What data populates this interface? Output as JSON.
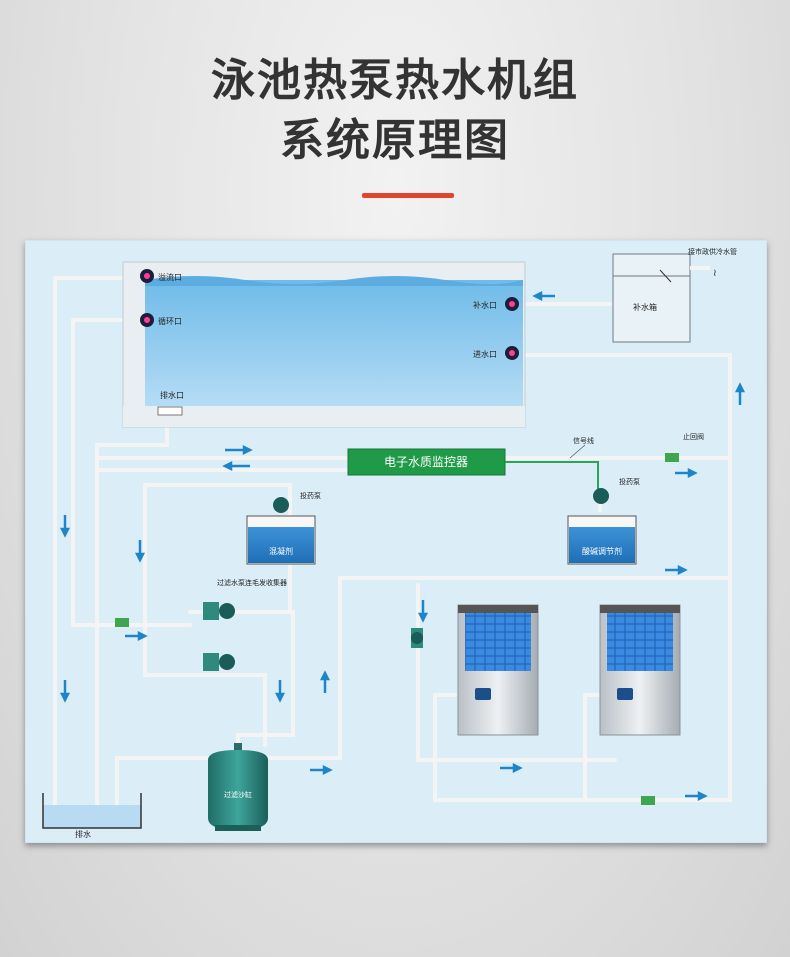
{
  "title_line1": "泳池热泵热水机组",
  "title_line2": "系统原理图",
  "labels": {
    "overflow_port": "溢流口",
    "circulation_port": "循环口",
    "drain_port": "排水口",
    "makeup_port": "补水口",
    "inlet_port": "进水口",
    "makeup_tank": "补水箱",
    "city_water": "接市政供冷水管",
    "controller": "电子水质监控器",
    "signal_line": "信号线",
    "check_valve": "止回阀",
    "dosing_pump_left": "投药泵",
    "dosing_pump_right": "投药泵",
    "coagulant": "混凝剂",
    "ph_adjuster": "酸碱调节剂",
    "filter_pump": "过滤水泵连毛发收集器",
    "sand_filter": "过滤沙缸",
    "drain": "排水"
  },
  "colors": {
    "board_bg": "#dbeef8",
    "pool_water": "#7cc2ec",
    "controller_green": "#1f9a47",
    "arrow_blue": "#1e86c8",
    "pipe": "#f4f4f4",
    "title_red": "#e0442c"
  }
}
